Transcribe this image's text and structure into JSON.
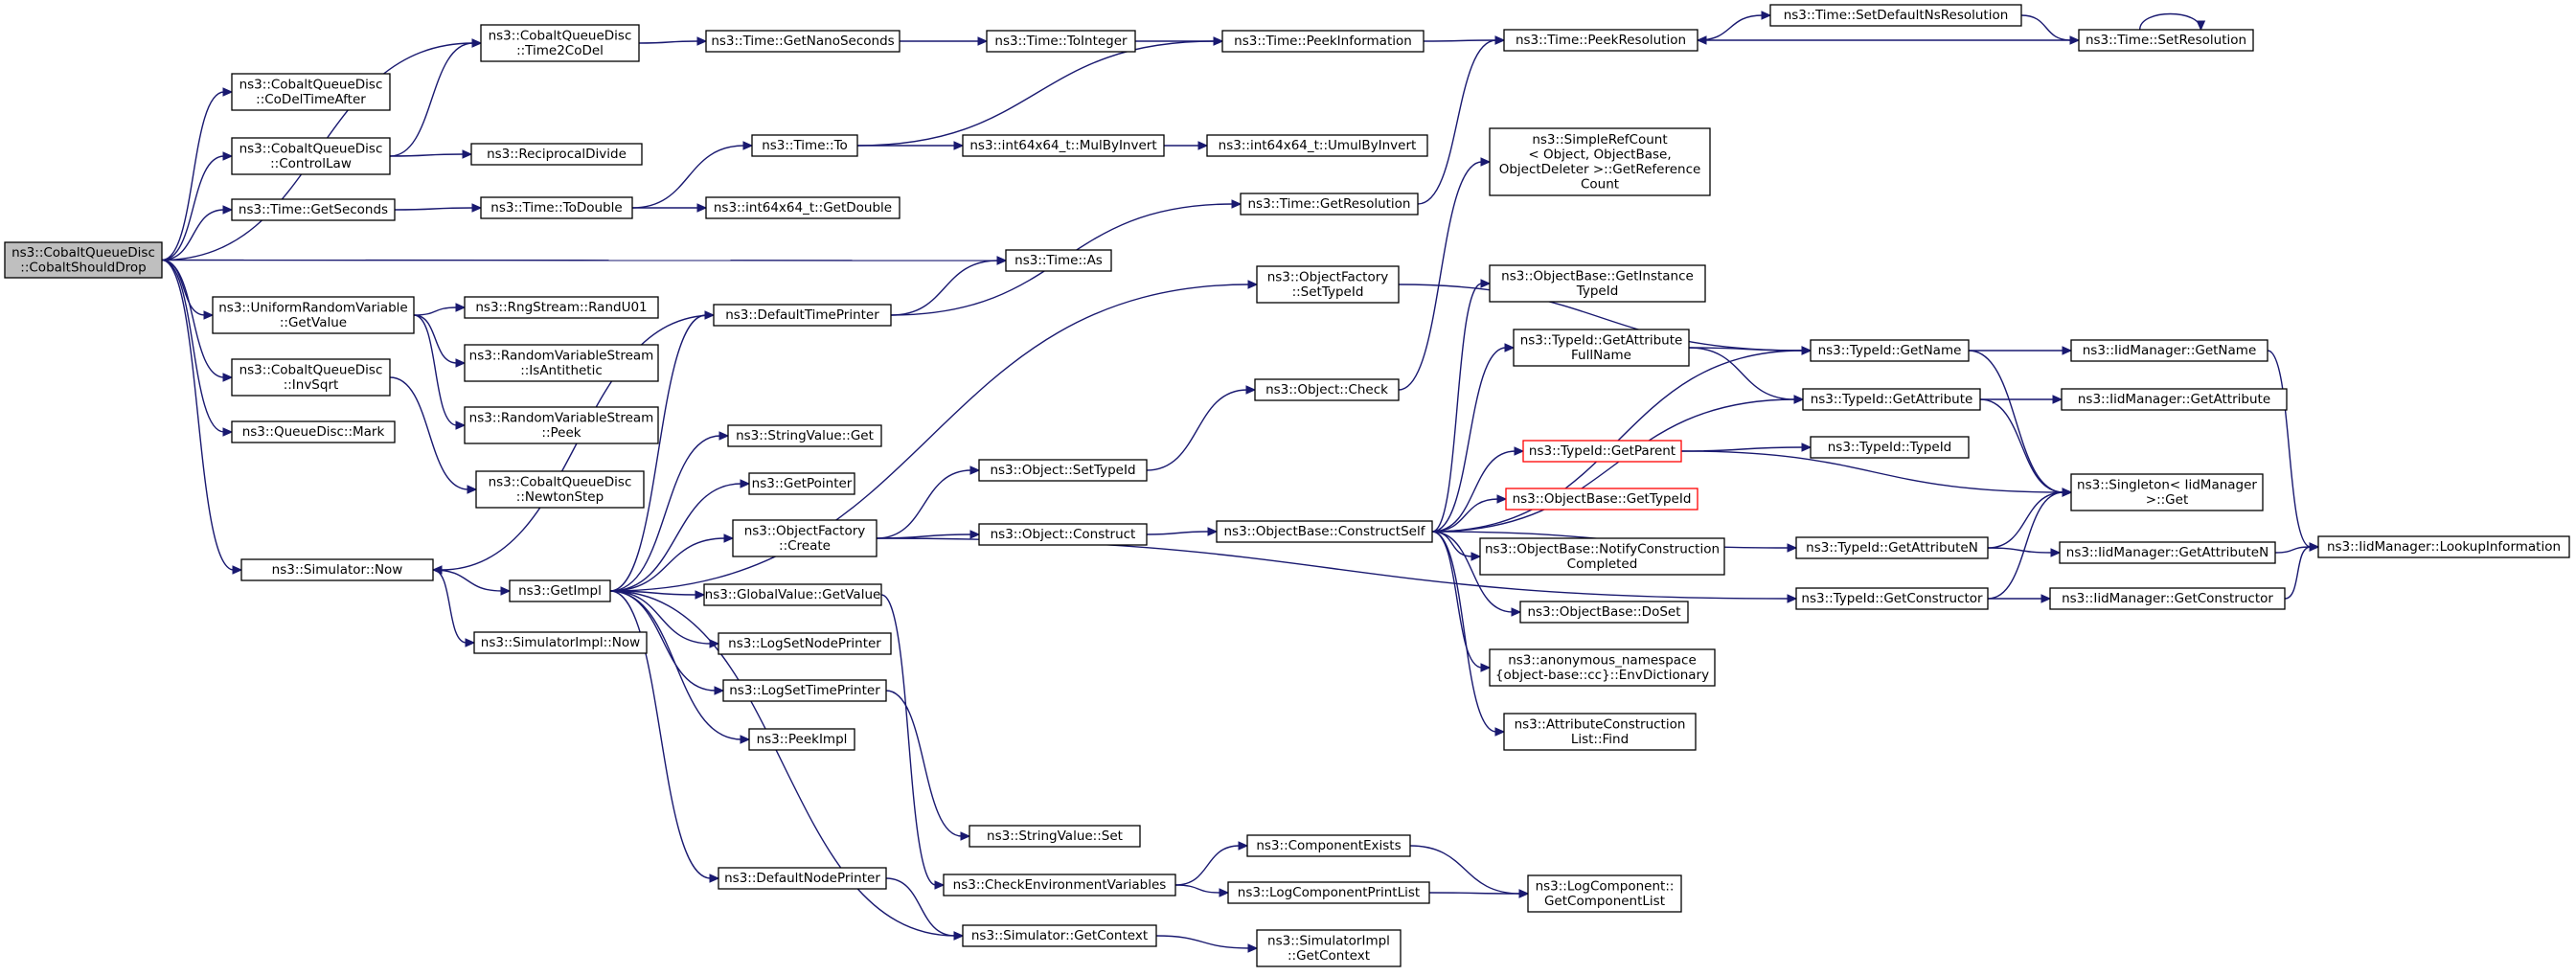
{
  "colors": {
    "edge": "#191970",
    "node_border": "#000000",
    "node_fill": "#ffffff",
    "root_fill": "#bfbfbf",
    "truncated_border": "#ff0000"
  },
  "nodes": {
    "root": [
      "ns3::CobaltQueueDisc",
      "::CobaltShouldDrop"
    ],
    "time2codel": [
      "ns3::CobaltQueueDisc",
      "::Time2CoDel"
    ],
    "codeltimeafter": [
      "ns3::CobaltQueueDisc",
      "::CoDelTimeAfter"
    ],
    "controllaw": [
      "ns3::CobaltQueueDisc",
      "::ControlLaw"
    ],
    "getseconds": [
      "ns3::Time::GetSeconds"
    ],
    "uniformgetvalue": [
      "ns3::UniformRandomVariable",
      "::GetValue"
    ],
    "invsqrt": [
      "ns3::CobaltQueueDisc",
      "::InvSqrt"
    ],
    "mark": [
      "ns3::QueueDisc::Mark"
    ],
    "simnow": [
      "ns3::Simulator::Now"
    ],
    "getnanoseconds": [
      "ns3::Time::GetNanoSeconds"
    ],
    "reciprocaldivide": [
      "ns3::ReciprocalDivide"
    ],
    "todouble": [
      "ns3::Time::ToDouble"
    ],
    "randu01": [
      "ns3::RngStream::RandU01"
    ],
    "isantithetic": [
      "ns3::RandomVariableStream",
      "::IsAntithetic"
    ],
    "rvspeek": [
      "ns3::RandomVariableStream",
      "::Peek"
    ],
    "newtonstep": [
      "ns3::CobaltQueueDisc",
      "::NewtonStep"
    ],
    "getimpl": [
      "ns3::GetImpl"
    ],
    "simimplnow": [
      "ns3::SimulatorImpl::Now"
    ],
    "tointeger": [
      "ns3::Time::ToInteger"
    ],
    "timeto": [
      "ns3::Time::To"
    ],
    "getdouble": [
      "ns3::int64x64_t::GetDouble"
    ],
    "defaulttimeprinter": [
      "ns3::DefaultTimePrinter"
    ],
    "stringvalueget": [
      "ns3::StringValue::Get"
    ],
    "getpointer": [
      "ns3::GetPointer"
    ],
    "ofcreate": [
      "ns3::ObjectFactory",
      "::Create"
    ],
    "globalvalueget": [
      "ns3::GlobalValue::GetValue"
    ],
    "logsetnodeprinter": [
      "ns3::LogSetNodePrinter"
    ],
    "logsettimeprinter": [
      "ns3::LogSetTimePrinter"
    ],
    "peekimpl": [
      "ns3::PeekImpl"
    ],
    "defaultnodeprinter": [
      "ns3::DefaultNodePrinter"
    ],
    "peekinformation": [
      "ns3::Time::PeekInformation"
    ],
    "mulbyinvert": [
      "ns3::int64x64_t::MulByInvert"
    ],
    "timeas": [
      "ns3::Time::As"
    ],
    "getresolution": [
      "ns3::Time::GetResolution"
    ],
    "ofsettypeid": [
      "ns3::ObjectFactory",
      "::SetTypeId"
    ],
    "objsettypeid": [
      "ns3::Object::SetTypeId"
    ],
    "objconstruct": [
      "ns3::Object::Construct"
    ],
    "objcheck": [
      "ns3::Object::Check"
    ],
    "checkenv": [
      "ns3::CheckEnvironmentVariables"
    ],
    "stringvalueset": [
      "ns3::StringValue::Set"
    ],
    "simgetcontext": [
      "ns3::Simulator::GetContext"
    ],
    "peekresolution": [
      "ns3::Time::PeekResolution"
    ],
    "umulbyinvert": [
      "ns3::int64x64_t::UmulByInvert"
    ],
    "simplerefcount": [
      "ns3::SimpleRefCount",
      "< Object, ObjectBase,",
      "ObjectDeleter >::GetReference",
      "Count"
    ],
    "obgetinstancetypeid": [
      "ns3::ObjectBase::GetInstance",
      "TypeId"
    ],
    "getattributefullname": [
      "ns3::TypeId::GetAttribute",
      "FullName"
    ],
    "constructself": [
      "ns3::ObjectBase::ConstructSelf"
    ],
    "getparent": [
      "ns3::TypeId::GetParent"
    ],
    "obgettypeid": [
      "ns3::ObjectBase::GetTypeId"
    ],
    "notifyconstruction": [
      "ns3::ObjectBase::NotifyConstruction",
      "Completed"
    ],
    "dosset": [
      "ns3::ObjectBase::DoSet"
    ],
    "envdictionary": [
      "ns3::anonymous_namespace",
      "{object-base::cc}::EnvDictionary"
    ],
    "acfind": [
      "ns3::AttributeConstruction",
      "List::Find"
    ],
    "componentexists": [
      "ns3::ComponentExists"
    ],
    "logcomponentprintlist": [
      "ns3::LogComponentPrintList"
    ],
    "simimplgetcontext": [
      "ns3::SimulatorImpl",
      "::GetContext"
    ],
    "setdefaultnsres": [
      "ns3::Time::SetDefaultNsResolution"
    ],
    "tidgetname": [
      "ns3::TypeId::GetName"
    ],
    "tidgetattribute": [
      "ns3::TypeId::GetAttribute"
    ],
    "typeidctor": [
      "ns3::TypeId::TypeId"
    ],
    "tidgetattributen": [
      "ns3::TypeId::GetAttributeN"
    ],
    "tidgetconstructor": [
      "ns3::TypeId::GetConstructor"
    ],
    "getcomponentlist": [
      "ns3::LogComponent::",
      "GetComponentList"
    ],
    "setresolution": [
      "ns3::Time::SetResolution"
    ],
    "iidgetname": [
      "ns3::IidManager::GetName"
    ],
    "iidgetattribute": [
      "ns3::IidManager::GetAttribute"
    ],
    "singletonget": [
      "ns3::Singleton< IidManager",
      ">::Get"
    ],
    "iidgetattributen": [
      "ns3::IidManager::GetAttributeN"
    ],
    "iidgetconstructor": [
      "ns3::IidManager::GetConstructor"
    ],
    "lookupinformation": [
      "ns3::IidManager::LookupInformation"
    ]
  },
  "edges": [
    [
      "root",
      "time2codel"
    ],
    [
      "root",
      "codeltimeafter"
    ],
    [
      "root",
      "controllaw"
    ],
    [
      "root",
      "getseconds"
    ],
    [
      "root",
      "uniformgetvalue"
    ],
    [
      "root",
      "invsqrt"
    ],
    [
      "root",
      "mark"
    ],
    [
      "root",
      "simnow"
    ],
    [
      "root",
      "timeas"
    ],
    [
      "time2codel",
      "getnanoseconds"
    ],
    [
      "getnanoseconds",
      "tointeger"
    ],
    [
      "tointeger",
      "peekinformation"
    ],
    [
      "peekinformation",
      "peekresolution"
    ],
    [
      "peekresolution",
      "setdefaultnsres"
    ],
    [
      "setdefaultnsres",
      "setresolution"
    ],
    [
      "setresolution",
      "setresolution"
    ],
    [
      "setresolution",
      "peekresolution"
    ],
    [
      "controllaw",
      "time2codel"
    ],
    [
      "controllaw",
      "reciprocaldivide"
    ],
    [
      "getseconds",
      "todouble"
    ],
    [
      "todouble",
      "timeto"
    ],
    [
      "todouble",
      "getdouble"
    ],
    [
      "timeto",
      "peekinformation"
    ],
    [
      "timeto",
      "mulbyinvert"
    ],
    [
      "mulbyinvert",
      "umulbyinvert"
    ],
    [
      "uniformgetvalue",
      "randu01"
    ],
    [
      "uniformgetvalue",
      "isantithetic"
    ],
    [
      "uniformgetvalue",
      "rvspeek"
    ],
    [
      "invsqrt",
      "newtonstep"
    ],
    [
      "simnow",
      "getimpl"
    ],
    [
      "simnow",
      "simimplnow"
    ],
    [
      "getimpl",
      "defaulttimeprinter"
    ],
    [
      "getimpl",
      "stringvalueget"
    ],
    [
      "getimpl",
      "getpointer"
    ],
    [
      "getimpl",
      "ofcreate"
    ],
    [
      "getimpl",
      "globalvalueget"
    ],
    [
      "getimpl",
      "logsetnodeprinter"
    ],
    [
      "getimpl",
      "logsettimeprinter"
    ],
    [
      "getimpl",
      "peekimpl"
    ],
    [
      "getimpl",
      "defaultnodeprinter"
    ],
    [
      "getimpl",
      "simgetcontext"
    ],
    [
      "getimpl",
      "ofsettypeid"
    ],
    [
      "defaulttimeprinter",
      "simnow"
    ],
    [
      "defaulttimeprinter",
      "timeas"
    ],
    [
      "defaulttimeprinter",
      "getresolution"
    ],
    [
      "getresolution",
      "peekresolution"
    ],
    [
      "ofsettypeid",
      "tidgetname"
    ],
    [
      "ofcreate",
      "objsettypeid"
    ],
    [
      "ofcreate",
      "objconstruct"
    ],
    [
      "ofcreate",
      "tidgetconstructor"
    ],
    [
      "objsettypeid",
      "objcheck"
    ],
    [
      "objcheck",
      "simplerefcount"
    ],
    [
      "objconstruct",
      "constructself"
    ],
    [
      "constructself",
      "obgetinstancetypeid"
    ],
    [
      "constructself",
      "getattributefullname"
    ],
    [
      "constructself",
      "tidgetname"
    ],
    [
      "constructself",
      "tidgetattribute"
    ],
    [
      "constructself",
      "getparent"
    ],
    [
      "constructself",
      "obgettypeid"
    ],
    [
      "constructself",
      "notifyconstruction"
    ],
    [
      "constructself",
      "dosset"
    ],
    [
      "constructself",
      "envdictionary"
    ],
    [
      "constructself",
      "acfind"
    ],
    [
      "constructself",
      "tidgetattributen"
    ],
    [
      "getattributefullname",
      "tidgetname"
    ],
    [
      "getattributefullname",
      "tidgetattribute"
    ],
    [
      "getparent",
      "typeidctor"
    ],
    [
      "getparent",
      "singletonget"
    ],
    [
      "tidgetname",
      "iidgetname"
    ],
    [
      "tidgetname",
      "singletonget"
    ],
    [
      "tidgetattribute",
      "iidgetattribute"
    ],
    [
      "tidgetattribute",
      "singletonget"
    ],
    [
      "tidgetattributen",
      "singletonget"
    ],
    [
      "tidgetattributen",
      "iidgetattributen"
    ],
    [
      "tidgetconstructor",
      "singletonget"
    ],
    [
      "tidgetconstructor",
      "iidgetconstructor"
    ],
    [
      "iidgetname",
      "lookupinformation"
    ],
    [
      "iidgetattributen",
      "lookupinformation"
    ],
    [
      "iidgetconstructor",
      "lookupinformation"
    ],
    [
      "globalvalueget",
      "checkenv"
    ],
    [
      "logsettimeprinter",
      "stringvalueset"
    ],
    [
      "checkenv",
      "componentexists"
    ],
    [
      "checkenv",
      "logcomponentprintlist"
    ],
    [
      "componentexists",
      "getcomponentlist"
    ],
    [
      "logcomponentprintlist",
      "getcomponentlist"
    ],
    [
      "simgetcontext",
      "simimplgetcontext"
    ],
    [
      "defaultnodeprinter",
      "simgetcontext"
    ]
  ]
}
